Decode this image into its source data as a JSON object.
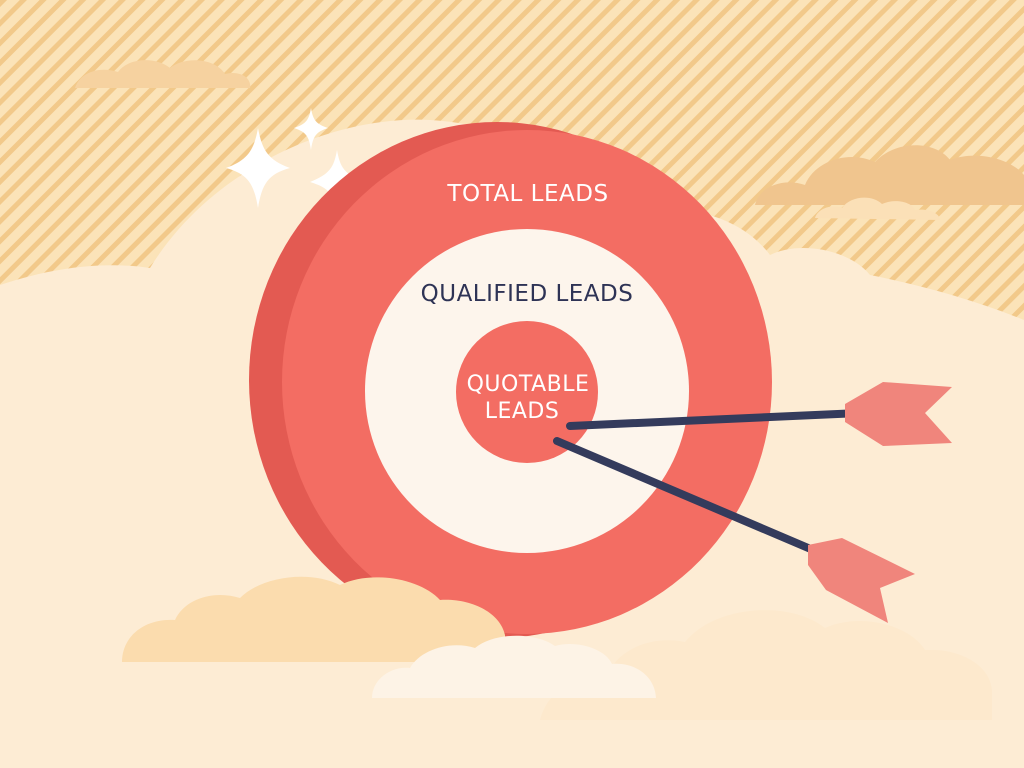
{
  "diagram": {
    "rings": [
      {
        "label": "TOTAL LEADS"
      },
      {
        "label": "QUALIFIED LEADS"
      },
      {
        "label_lines": [
          "QUOTABLE",
          "LEADS"
        ]
      }
    ]
  },
  "colors": {
    "background": "#fbe3b8",
    "stripes": "#f2c98a",
    "cloud_light": "#fdecd4",
    "cloud_front": "#fdf3e6",
    "cloud_dark": "#f0c58e",
    "target_red": "#f36d63",
    "target_side": "#e35a52",
    "target_inner": "#fdf5ec",
    "label_light": "#ffffff",
    "label_dark": "#2e3355",
    "arrow_shaft": "#343b5c",
    "arrow_fletch": "#f0857c"
  },
  "icons": [
    "sparkle-icon",
    "arrow-icon"
  ]
}
